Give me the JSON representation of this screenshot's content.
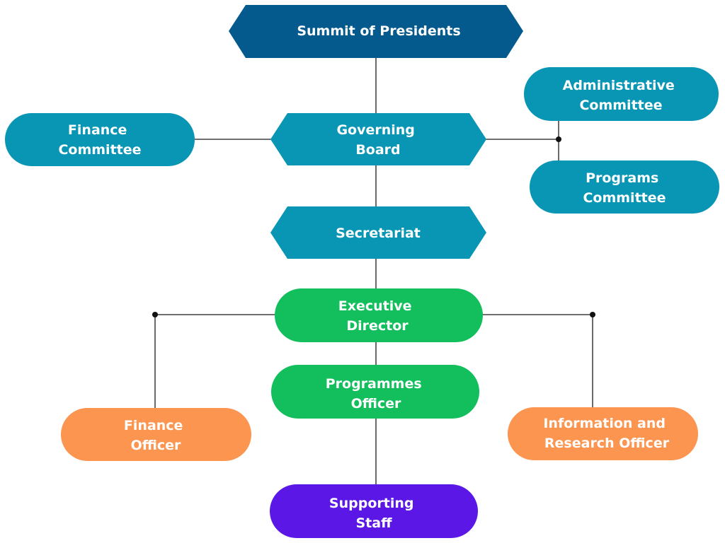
{
  "colors": {
    "summit": "#045a8d",
    "board_level": "#0896b4",
    "executive_level": "#12bf5c",
    "officer_level": "#fb9550",
    "support_level": "#5b17e6",
    "label": "#ffffff",
    "connector": "#1a1a1a"
  },
  "nodes": {
    "summit": {
      "lines": [
        "Summit of Presidents"
      ]
    },
    "governing_board": {
      "lines": [
        "Governing",
        "Board"
      ]
    },
    "finance_committee": {
      "lines": [
        "Finance",
        "Committee"
      ]
    },
    "administrative_committee": {
      "lines": [
        "Administrative",
        "Committee"
      ]
    },
    "programs_committee": {
      "lines": [
        "Programs",
        "Committee"
      ]
    },
    "secretariat": {
      "lines": [
        "Secretariat"
      ]
    },
    "executive_director": {
      "lines": [
        "Executive",
        "Director"
      ]
    },
    "programmes_officer": {
      "lines": [
        "Programmes",
        "Officer"
      ]
    },
    "finance_officer": {
      "lines": [
        "Finance",
        "Officer"
      ]
    },
    "information_research_officer": {
      "lines": [
        "Information and",
        "Research Officer"
      ]
    },
    "supporting_staff": {
      "lines": [
        "Supporting",
        "Staff"
      ]
    }
  }
}
